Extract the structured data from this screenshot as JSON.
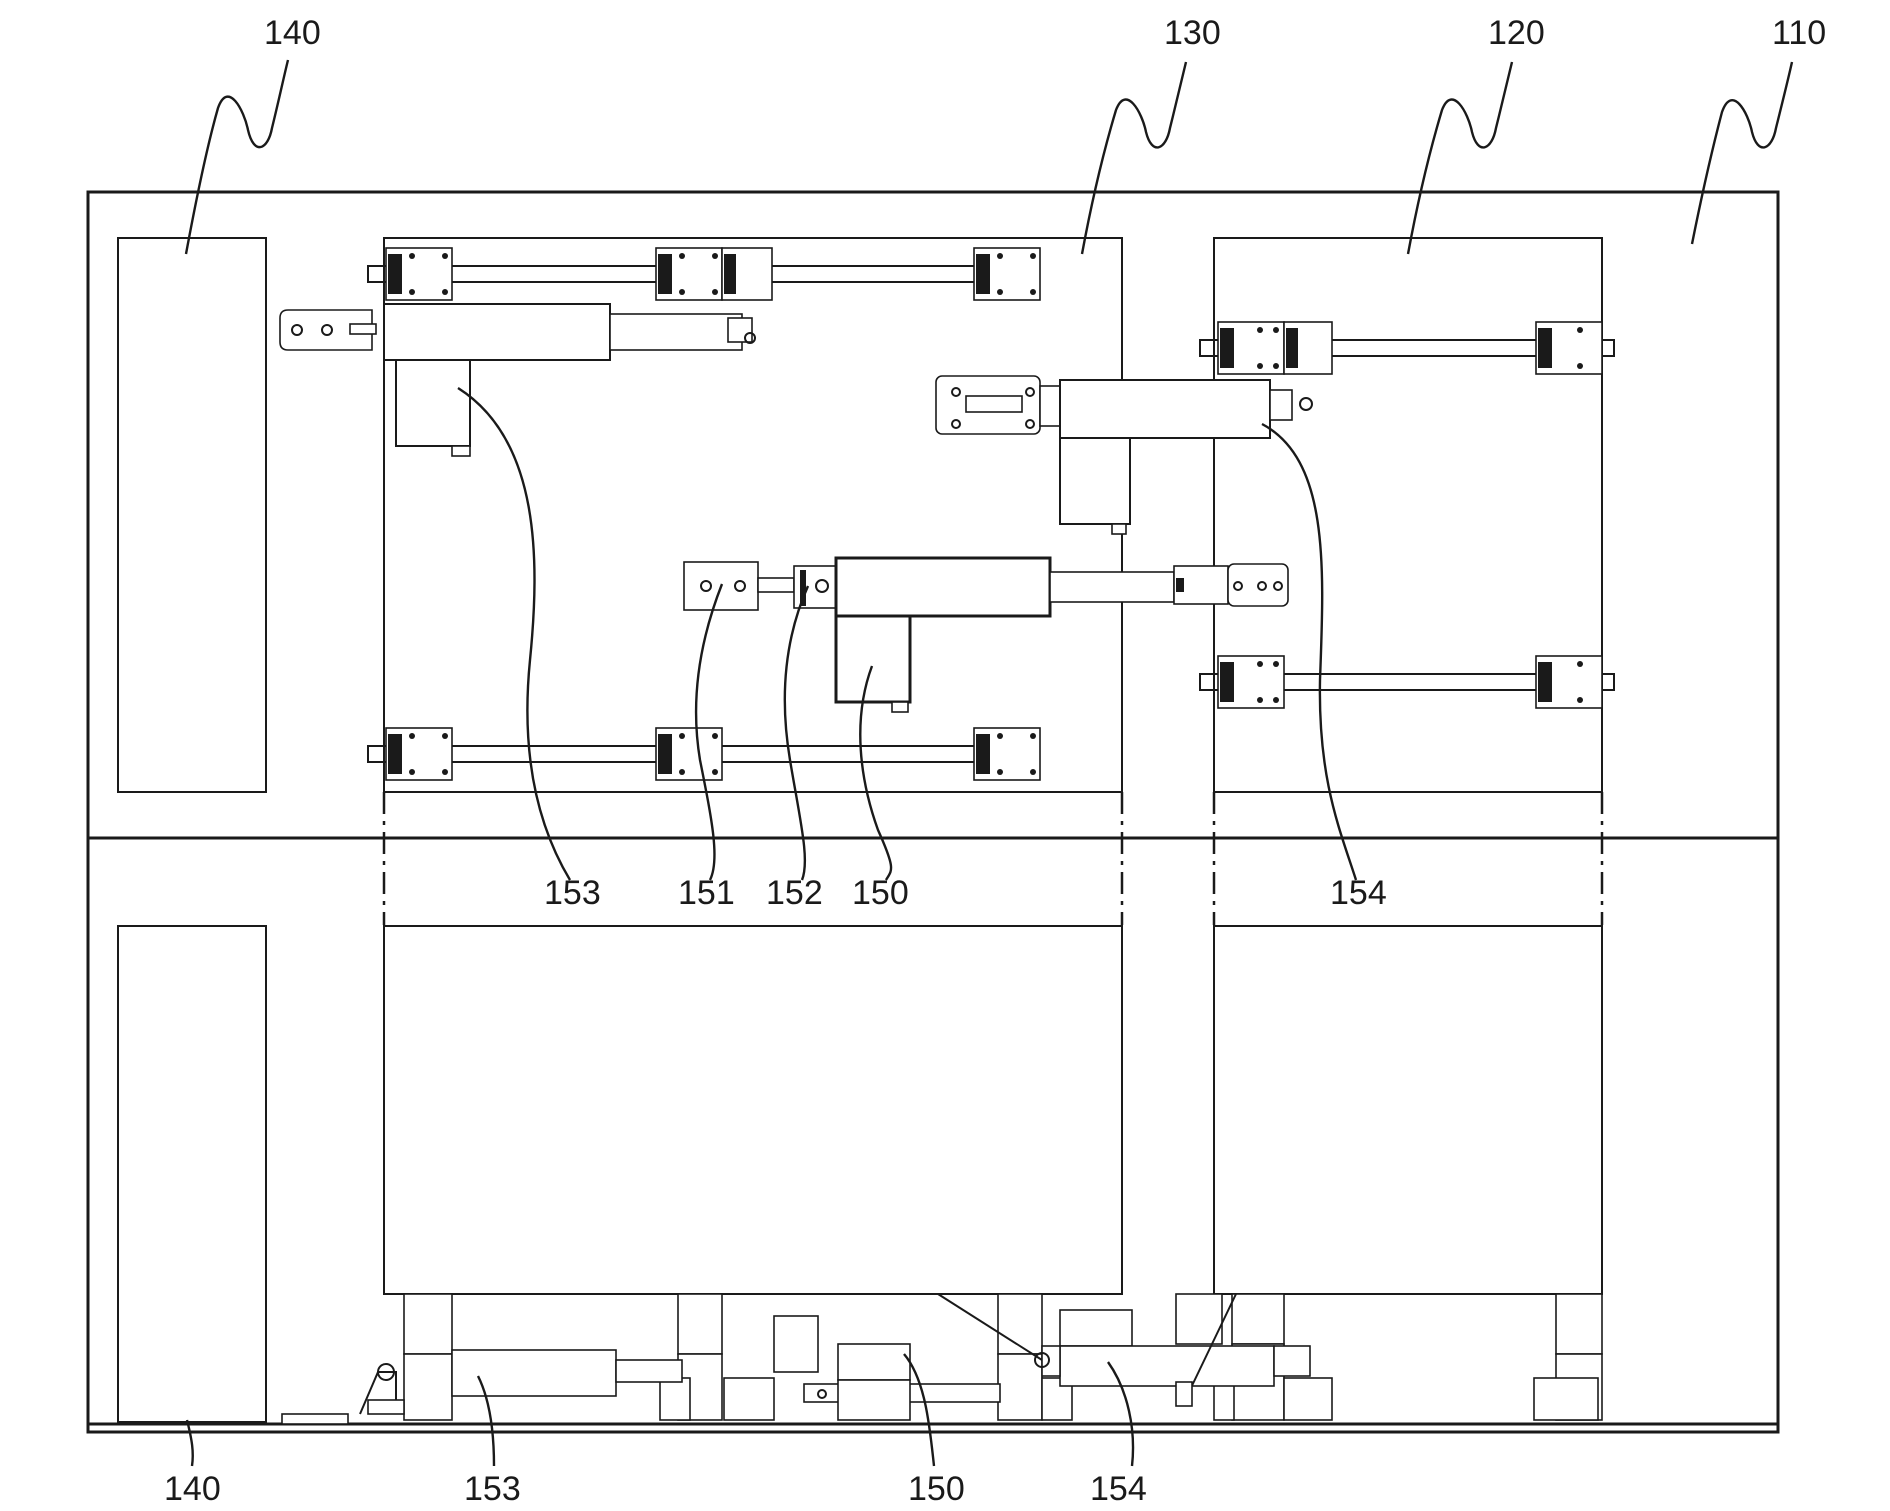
{
  "labels": {
    "top_140": "140",
    "top_130": "130",
    "top_120": "120",
    "top_110": "110",
    "mid_153": "153",
    "mid_151": "151",
    "mid_152": "152",
    "mid_150": "150",
    "mid_154": "154",
    "bot_140": "140",
    "bot_153": "153",
    "bot_150": "150",
    "bot_154": "154"
  }
}
